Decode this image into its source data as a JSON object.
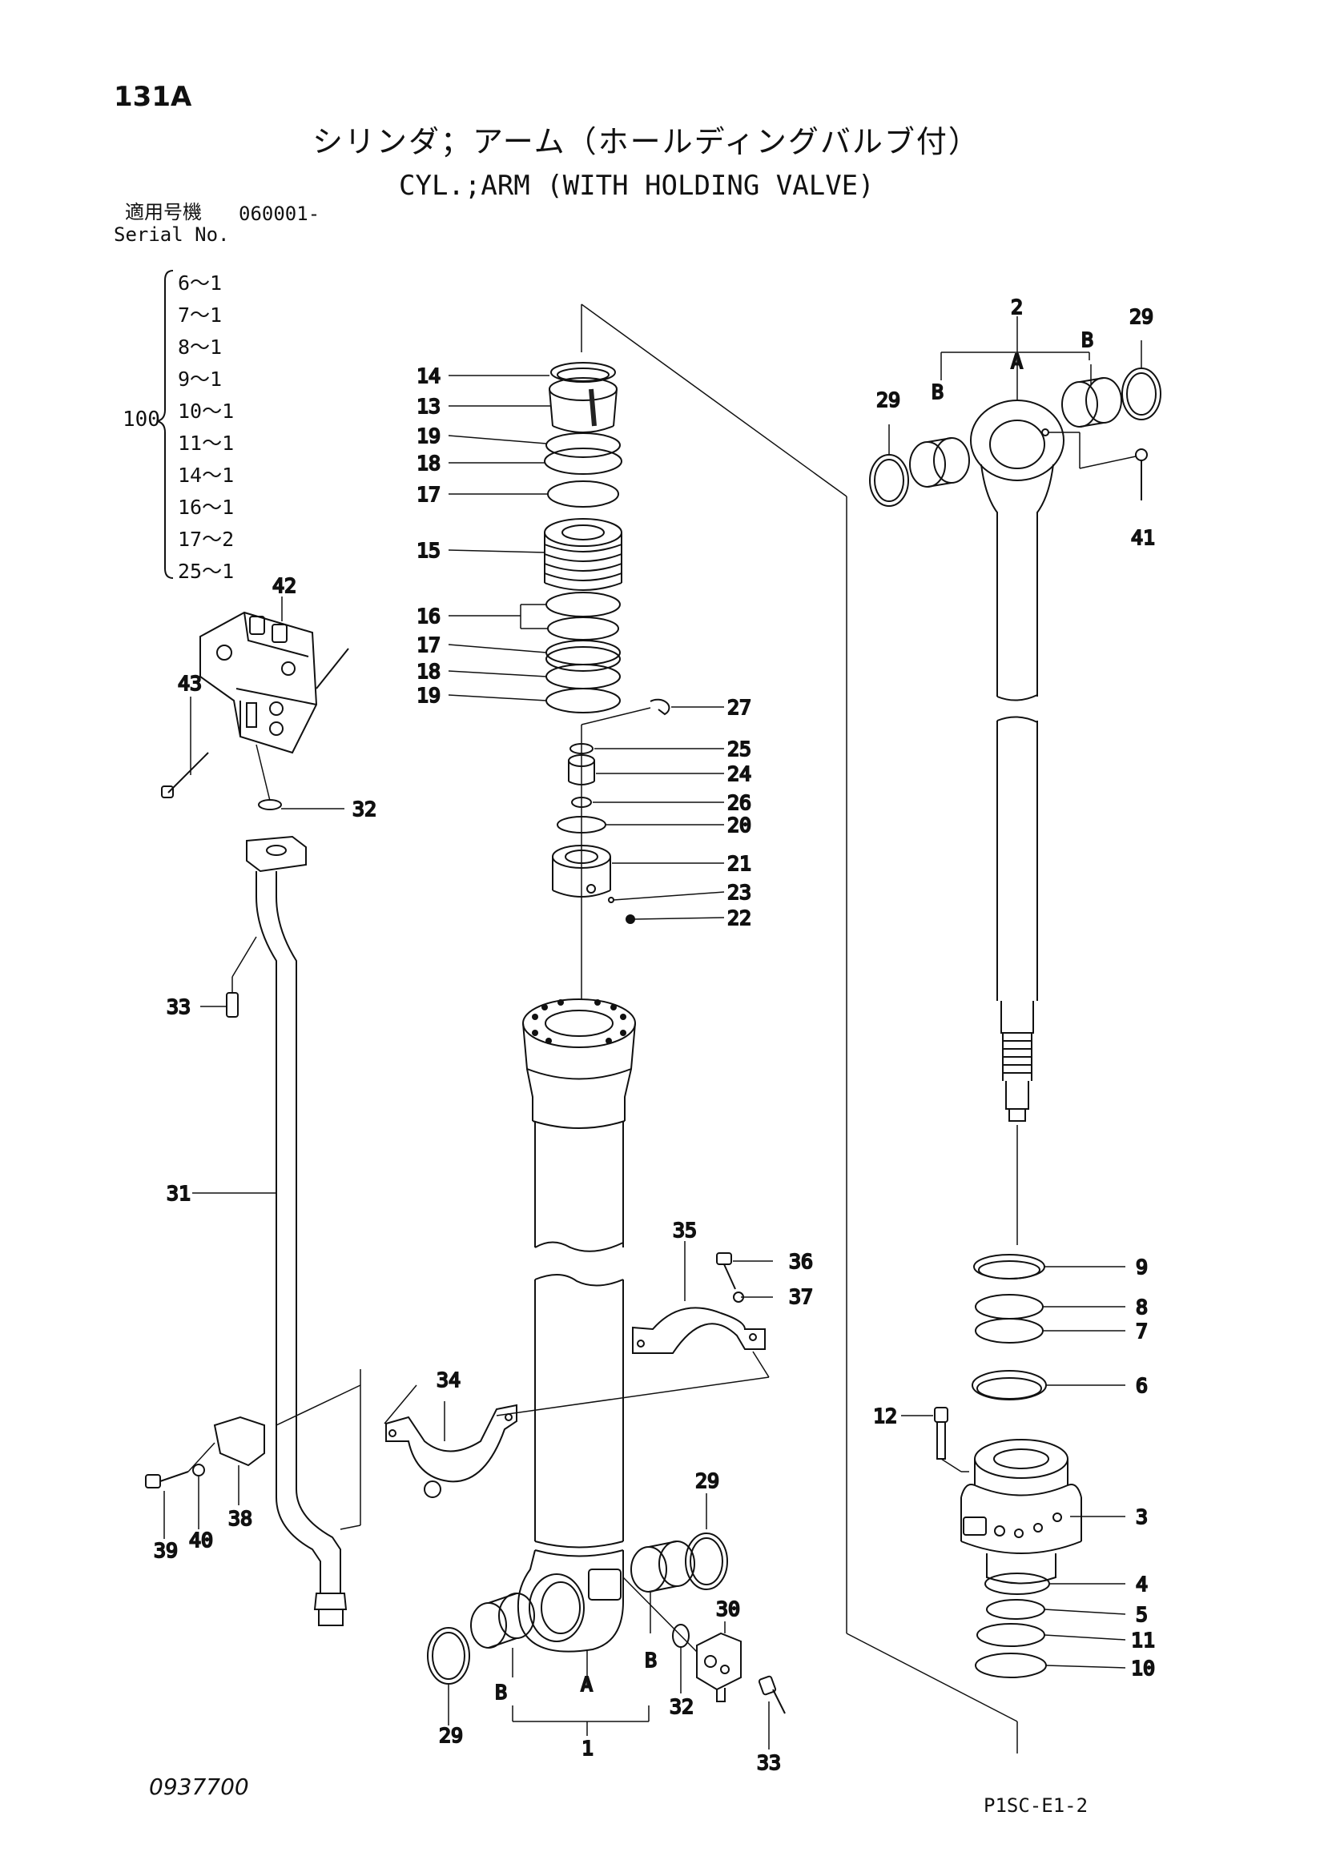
{
  "page": {
    "code": "131A",
    "title_jp": "シリンダ；アーム（ホールディングバルブ付）",
    "title_en": "CYL.;ARM (WITH HOLDING VALVE)",
    "serial_label_jp": "適用号機",
    "serial_label_en": "Serial No.",
    "serial_value": "060001-",
    "drawing_number": "0937700",
    "sheet_code": "P1SC-E1-2"
  },
  "seal_kit": {
    "label": "100",
    "items": [
      "6～1",
      "7～1",
      "8～1",
      "9～1",
      "10～1",
      "11～1",
      "14～1",
      "16～1",
      "17～2",
      "25～1"
    ]
  },
  "callouts": {
    "n1": "1",
    "n2": "2",
    "n3": "3",
    "n4": "4",
    "n5": "5",
    "n6": "6",
    "n7": "7",
    "n8": "8",
    "n9": "9",
    "n10": "10",
    "n11": "11",
    "n12": "12",
    "n13": "13",
    "n14": "14",
    "n15": "15",
    "n16": "16",
    "n17": "17",
    "n18": "18",
    "n19": "19",
    "n20": "20",
    "n21": "21",
    "n22": "22",
    "n23": "23",
    "n24": "24",
    "n25": "25",
    "n26": "26",
    "n27": "27",
    "n29": "29",
    "n30": "30",
    "n31": "31",
    "n32": "32",
    "n33": "33",
    "n34": "34",
    "n35": "35",
    "n36": "36",
    "n37": "37",
    "n38": "38",
    "n39": "39",
    "n40": "40",
    "n41": "41",
    "n42": "42",
    "n43": "43",
    "a": "A",
    "b": "B"
  }
}
